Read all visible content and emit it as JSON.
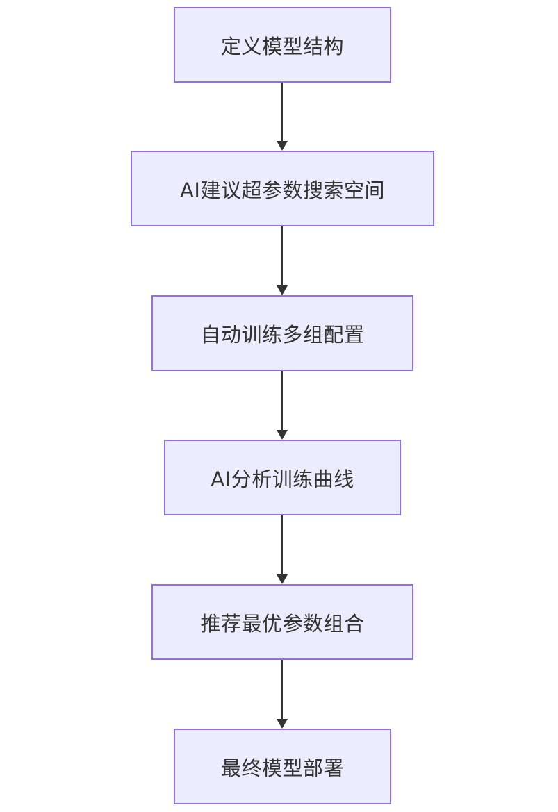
{
  "diagram": {
    "type": "flowchart",
    "direction": "top-down",
    "nodes": [
      {
        "id": "n1",
        "label": "定义模型结构"
      },
      {
        "id": "n2",
        "label": "AI建议超参数搜索空间"
      },
      {
        "id": "n3",
        "label": "自动训练多组配置"
      },
      {
        "id": "n4",
        "label": "AI分析训练曲线"
      },
      {
        "id": "n5",
        "label": "推荐最优参数组合"
      },
      {
        "id": "n6",
        "label": "最终模型部署"
      }
    ],
    "edges": [
      {
        "from": "n1",
        "to": "n2"
      },
      {
        "from": "n2",
        "to": "n3"
      },
      {
        "from": "n3",
        "to": "n4"
      },
      {
        "from": "n4",
        "to": "n5"
      },
      {
        "from": "n5",
        "to": "n6"
      }
    ],
    "colors": {
      "node_fill": "#ececff",
      "node_border": "#9370db",
      "text": "#333333",
      "edge": "#333333"
    }
  }
}
